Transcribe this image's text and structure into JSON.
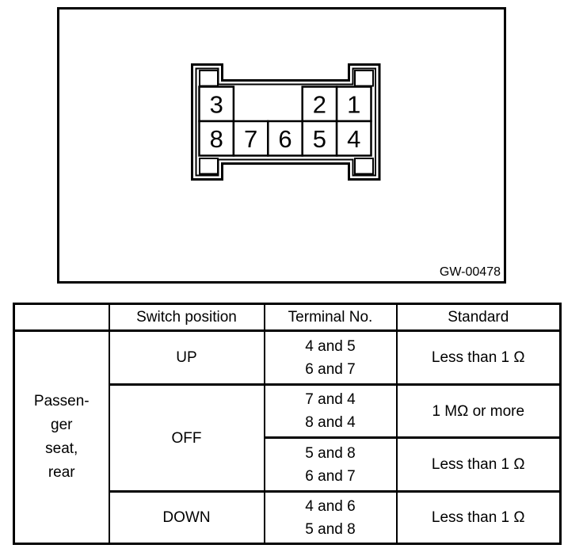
{
  "figure": {
    "code": "GW-00478",
    "connector": {
      "top_pins": [
        "3",
        "2",
        "1"
      ],
      "bottom_pins": [
        "8",
        "7",
        "6",
        "5",
        "4"
      ]
    }
  },
  "table": {
    "headers": [
      "",
      "Switch position",
      "Terminal No.",
      "Standard"
    ],
    "group_label_lines": [
      "Passen-",
      "ger",
      "seat,",
      "rear"
    ],
    "rows": [
      {
        "switch_position": "UP",
        "terminal_pairs": [
          "4 and 5",
          "6 and 7"
        ],
        "standard": "Less than 1 Ω"
      },
      {
        "switch_position": "OFF",
        "terminal_pairs": [
          "7 and 4",
          "8 and 4"
        ],
        "standard": "1 MΩ or more"
      },
      {
        "switch_position": "",
        "terminal_pairs": [
          "5 and 8",
          "6 and 7"
        ],
        "standard": "Less than 1 Ω"
      },
      {
        "switch_position": "DOWN",
        "terminal_pairs": [
          "4 and 6",
          "5 and 8"
        ],
        "standard": "Less than 1 Ω"
      }
    ]
  },
  "colors": {
    "ink": "#000000",
    "background": "#ffffff"
  }
}
